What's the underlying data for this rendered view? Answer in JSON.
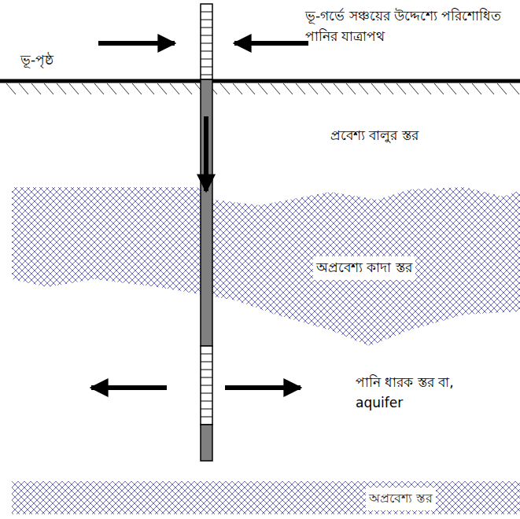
{
  "diagram": {
    "nodes": [
      {
        "text": [
          "অপ্রবেশ্য কাদা স্তর"
        ]
      },
      {
        "text": [
          "অপ্রবেশ্য স্তর"
        ]
      }
    ],
    "labels": [
      "ভূ-পৃষ্ঠ",
      "ভূ-গর্ভে সঞ্চয়ের উদ্দেশ্যে পরিশোধিত পানির যাত্রাপথ",
      "প্রবেশ্য বালুর স্তর",
      "পানি ধারক স্তর বা, aquifer"
    ]
  }
}
